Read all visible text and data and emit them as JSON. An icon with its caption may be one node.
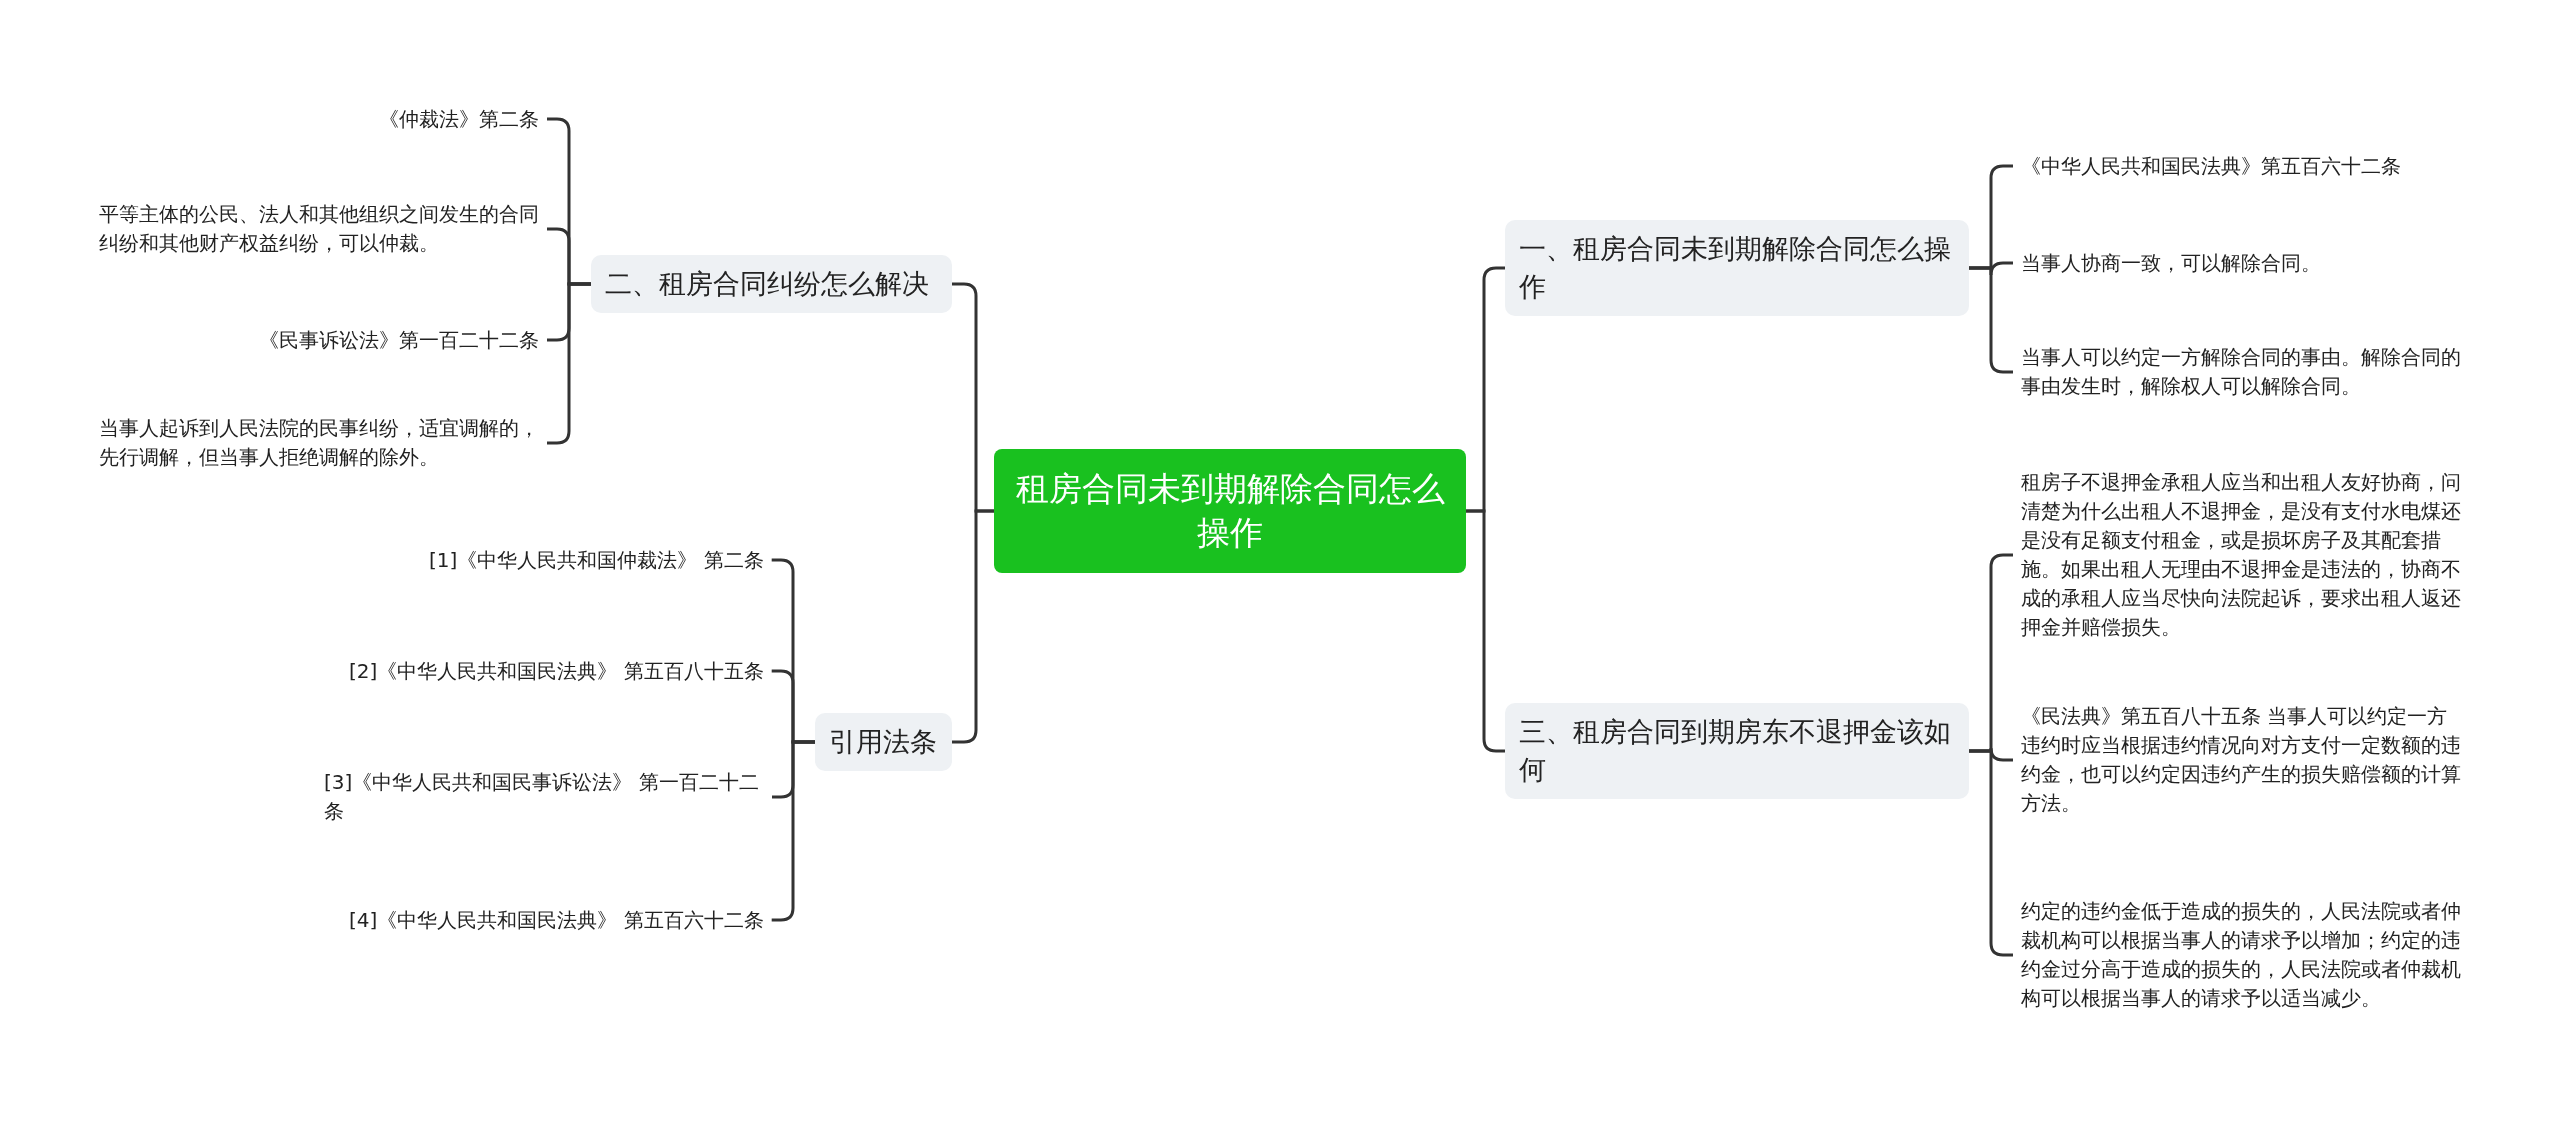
{
  "diagram": {
    "nodes": [
      {
        "text": [
          "租房合同未到期解除合同怎么操作"
        ]
      },
      {
        "text": [
          "一、租房合同未到期解除合同怎么操作"
        ]
      },
      {
        "text": [
          "《中华人民共和国民法典》第五百六十二条"
        ]
      },
      {
        "text": [
          "当事人协商一致，可以解除合同。"
        ]
      },
      {
        "text": [
          "当事人可以约定一方解除合同的事由。解除合同的事由发生时，解除权人可以解除合同。"
        ]
      },
      {
        "text": [
          "三、租房合同到期房东不退押金该如何"
        ]
      },
      {
        "text": [
          "租房子不退押金承租人应当和出租人友好协商，问清楚为什么出租人不退押金，是没有支付水电煤还是没有足额支付租金，或是损坏房子及其配套措施。如果出租人无理由不退押金是违法的，协商不成的承租人应当尽快向法院起诉，要求出租人返还押金并赔偿损失。"
        ]
      },
      {
        "text": [
          "《民法典》第五百八十五条 当事人可以约定一方违约时应当根据违约情况向对方支付一定数额的违约金，也可以约定因违约产生的损失赔偿额的计算方法。"
        ]
      },
      {
        "text": [
          "约定的违约金低于造成的损失的，人民法院或者仲裁机构可以根据当事人的请求予以增加；约定的违约金过分高于造成的损失的，人民法院或者仲裁机构可以根据当事人的请求予以适当减少。"
        ]
      },
      {
        "text": [
          "二、租房合同纠纷怎么解决"
        ]
      },
      {
        "text": [
          "《仲裁法》第二条"
        ]
      },
      {
        "text": [
          "平等主体的公民、法人和其他组织之间发生的合同纠纷和其他财产权益纠纷，可以仲裁。"
        ]
      },
      {
        "text": [
          "《民事诉讼法》第一百二十二条"
        ]
      },
      {
        "text": [
          "当事人起诉到人民法院的民事纠纷，适宜调解的，先行调解，但当事人拒绝调解的除外。"
        ]
      },
      {
        "text": [
          "引用法条"
        ]
      },
      {
        "text": [
          "[1]《中华人民共和国仲裁法》 第二条"
        ]
      },
      {
        "text": [
          "[2]《中华人民共和国民法典》 第五百八十五条"
        ]
      },
      {
        "text": [
          "[3]《中华人民共和国民事诉讼法》 第一百二十二条"
        ]
      },
      {
        "text": [
          "[4]《中华人民共和国民法典》 第五百六十二条"
        ]
      }
    ],
    "edges": [
      {
        "from": 0,
        "to": 1,
        "arrow": "none"
      },
      {
        "from": 0,
        "to": 5,
        "arrow": "none"
      },
      {
        "from": 0,
        "to": 9,
        "arrow": "none"
      },
      {
        "from": 0,
        "to": 14,
        "arrow": "none"
      },
      {
        "from": 1,
        "to": 2,
        "arrow": "none"
      },
      {
        "from": 1,
        "to": 3,
        "arrow": "none"
      },
      {
        "from": 1,
        "to": 4,
        "arrow": "none"
      },
      {
        "from": 5,
        "to": 6,
        "arrow": "none"
      },
      {
        "from": 5,
        "to": 7,
        "arrow": "none"
      },
      {
        "from": 5,
        "to": 8,
        "arrow": "none"
      },
      {
        "from": 9,
        "to": 10,
        "arrow": "none"
      },
      {
        "from": 9,
        "to": 11,
        "arrow": "none"
      },
      {
        "from": 9,
        "to": 12,
        "arrow": "none"
      },
      {
        "from": 9,
        "to": 13,
        "arrow": "none"
      },
      {
        "from": 14,
        "to": 15,
        "arrow": "none"
      },
      {
        "from": 14,
        "to": 16,
        "arrow": "none"
      },
      {
        "from": 14,
        "to": 17,
        "arrow": "none"
      },
      {
        "from": 14,
        "to": 18,
        "arrow": "none"
      }
    ]
  }
}
